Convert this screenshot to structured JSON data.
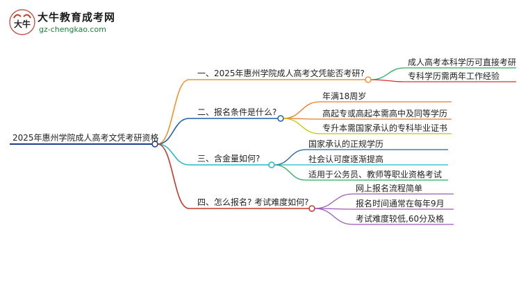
{
  "logo": {
    "name": "大牛教育成考网",
    "url": "gz-chengkao.com",
    "mark_text": "大牛"
  },
  "root": {
    "label": "2025年惠州学院成人高考文凭考研资格"
  },
  "branches": [
    {
      "label": "一、2025年惠州学院成人高考文凭能否考研?",
      "color": "#f0932b",
      "children": [
        {
          "label": "成人高考本科学历可直接考研",
          "color": "#27ae60"
        },
        {
          "label": "专科学历需两年工作经验",
          "color": "#d63031"
        }
      ]
    },
    {
      "label": "二、报名条件是什么?",
      "color": "#1f5fa8",
      "children": [
        {
          "label": "年满18周岁",
          "color": "#e67e22"
        },
        {
          "label": "高起专或高起本需高中及同等学历",
          "color": "#e67e22"
        },
        {
          "label": "专升本需国家承认的专科毕业证书",
          "color": "#c4c400"
        }
      ]
    },
    {
      "label": "三、含金量如何?",
      "color": "#22b8c8",
      "children": [
        {
          "label": "国家承认的正规学历",
          "color": "#1f5fa8"
        },
        {
          "label": "社会认可度逐渐提高",
          "color": "#22b8c8"
        },
        {
          "label": "适用于公务员、教师等职业资格考试",
          "color": "#27ae60"
        }
      ]
    },
    {
      "label": "四、怎么报名? 考试难度如何?",
      "color": "#c0392b",
      "children": [
        {
          "label": "网上报名流程简单",
          "color": "#9b59b6"
        },
        {
          "label": "报名时间通常在每年9月",
          "color": "#9b59b6"
        },
        {
          "label": "考试难度较低,60分及格",
          "color": "#9b59b6"
        }
      ]
    }
  ]
}
